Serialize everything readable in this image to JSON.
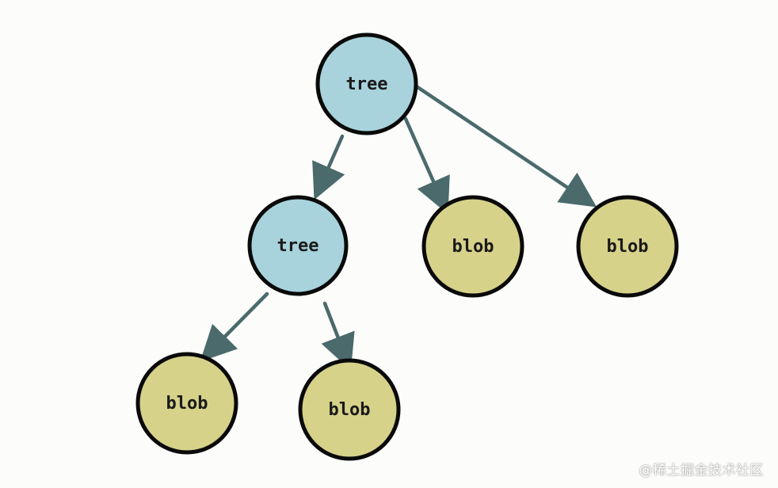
{
  "diagram": {
    "colors": {
      "tree_fill": "#a8d3dc",
      "blob_fill": "#d6d28a",
      "stroke": "#0a0a0a",
      "edge": "#4a6a6c",
      "background": "#fcfcfa"
    },
    "nodes": [
      {
        "id": "root",
        "type": "tree",
        "label": "tree"
      },
      {
        "id": "subtree",
        "type": "tree",
        "label": "tree"
      },
      {
        "id": "blob-mid",
        "type": "blob",
        "label": "blob"
      },
      {
        "id": "blob-right",
        "type": "blob",
        "label": "blob"
      },
      {
        "id": "blob-bottom-left",
        "type": "blob",
        "label": "blob"
      },
      {
        "id": "blob-bottom-mid",
        "type": "blob",
        "label": "blob"
      }
    ],
    "edges": [
      {
        "from": "root",
        "to": "subtree"
      },
      {
        "from": "root",
        "to": "blob-mid"
      },
      {
        "from": "root",
        "to": "blob-right"
      },
      {
        "from": "subtree",
        "to": "blob-bottom-left"
      },
      {
        "from": "subtree",
        "to": "blob-bottom-mid"
      }
    ]
  },
  "watermark": "@稀土掘金技术社区"
}
